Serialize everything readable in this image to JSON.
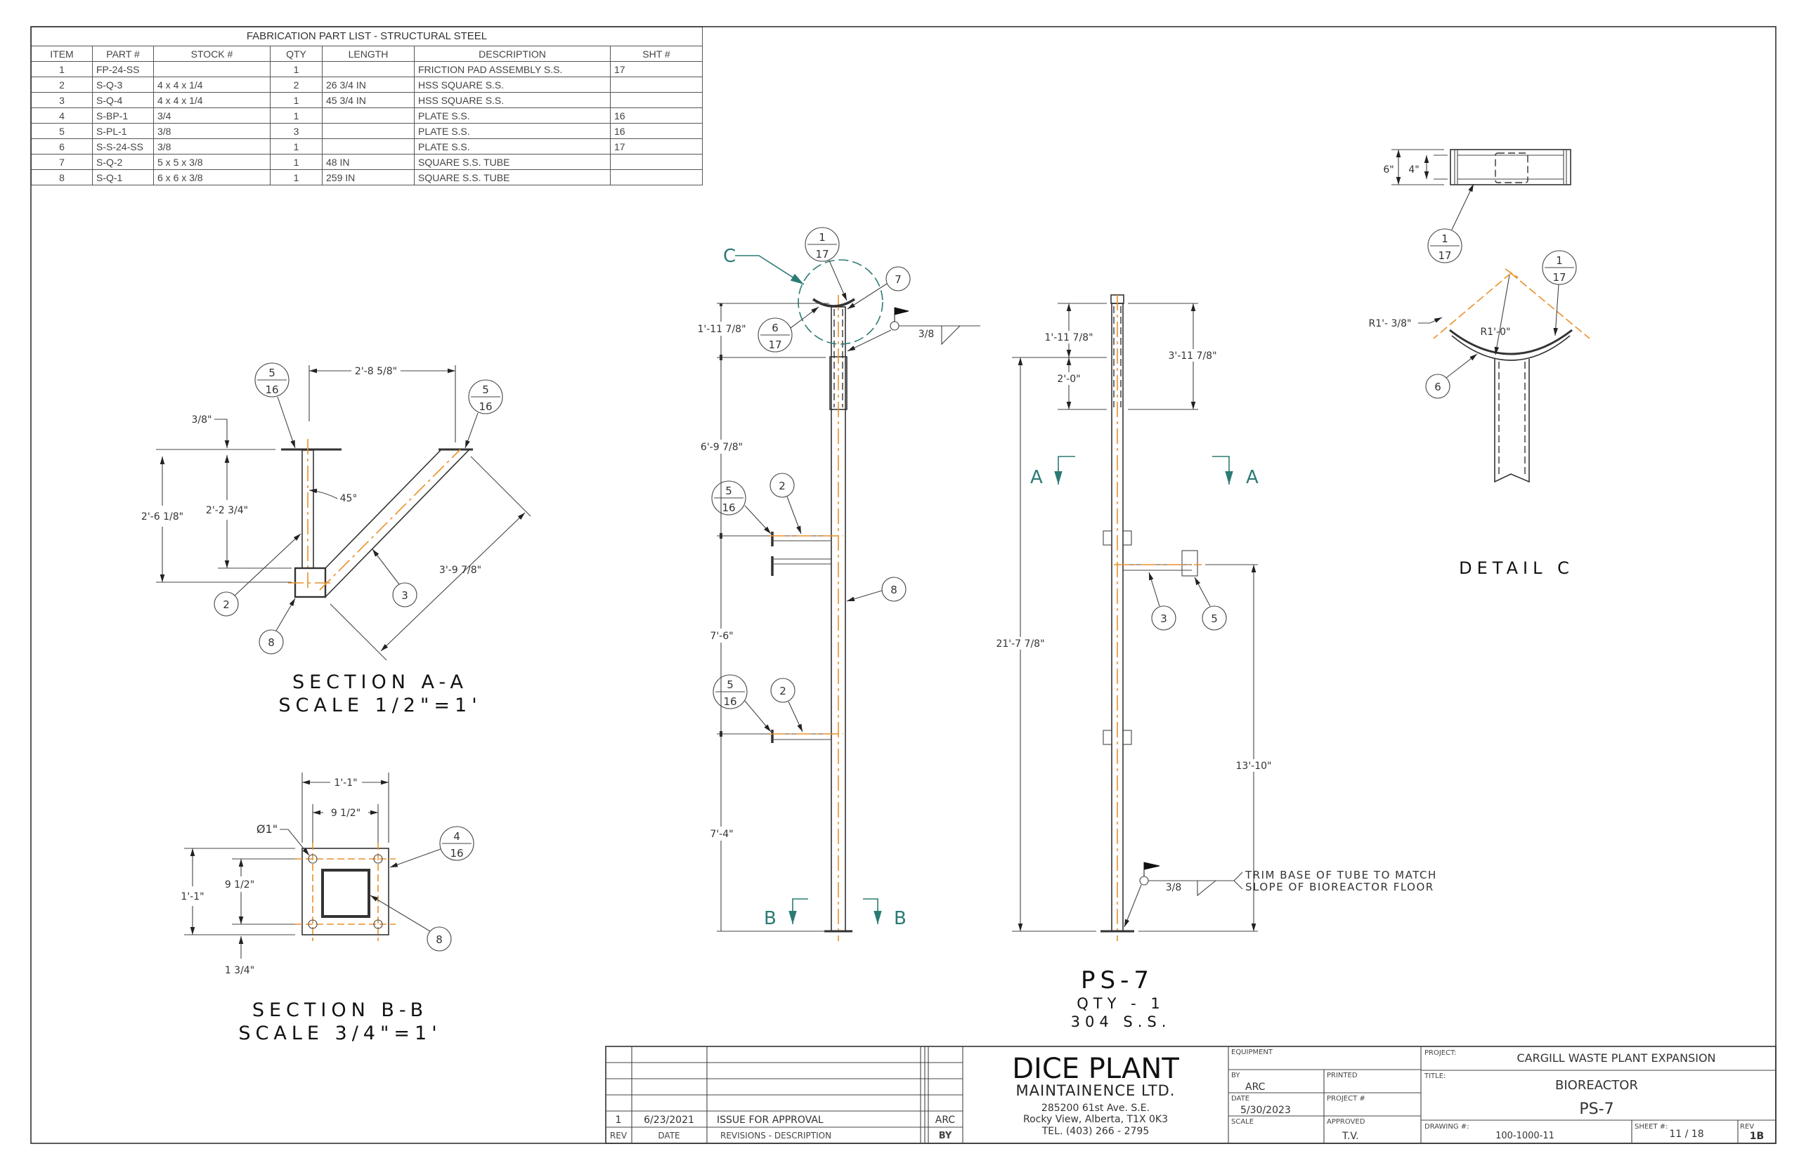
{
  "parts_list": {
    "title": "FABRICATION PART LIST - STRUCTURAL STEEL",
    "columns": [
      "ITEM",
      "PART #",
      "STOCK #",
      "QTY",
      "LENGTH",
      "DESCRIPTION",
      "SHT #"
    ],
    "rows": [
      [
        "1",
        "FP-24-SS",
        "",
        "1",
        "",
        "FRICTION PAD ASSEMBLY S.S.",
        "17"
      ],
      [
        "2",
        "S-Q-3",
        "4 x 4 x 1/4",
        "2",
        "26 3/4 IN",
        "HSS SQUARE S.S.",
        ""
      ],
      [
        "3",
        "S-Q-4",
        "4 x 4 x 1/4",
        "1",
        "45 3/4 IN",
        "HSS SQUARE S.S.",
        ""
      ],
      [
        "4",
        "S-BP-1",
        "3/4",
        "1",
        "",
        "PLATE S.S.",
        "16"
      ],
      [
        "5",
        "S-PL-1",
        "3/8",
        "3",
        "",
        "PLATE S.S.",
        "16"
      ],
      [
        "6",
        "S-S-24-SS",
        "3/8",
        "1",
        "",
        "PLATE S.S.",
        "17"
      ],
      [
        "7",
        "S-Q-2",
        "5 x 5 x 3/8",
        "1",
        "48 IN",
        "SQUARE S.S. TUBE",
        ""
      ],
      [
        "8",
        "S-Q-1",
        "6 x 6 x 3/8",
        "1",
        "259 IN",
        "SQUARE S.S. TUBE",
        ""
      ]
    ]
  },
  "section_aa": {
    "title": "SECTION A-A",
    "scale": "SCALE 1/2\"=1'",
    "dims": {
      "width": "2'-8 5/8\"",
      "plate": "3/8\"",
      "height_outer": "2'-6 1/8\"",
      "height_inner": "2'-2 3/4\"",
      "angle": "45°",
      "diag": "3'-9 7/8\""
    },
    "balloons": {
      "weld_top": "5",
      "weld_bottom": "16",
      "arm": "2",
      "tube": "8",
      "brace": "3"
    }
  },
  "section_bb": {
    "title": "SECTION B-B",
    "scale": "SCALE 3/4\"=1'",
    "dims": {
      "width": "1'-1\"",
      "bolt_spacing": "9 1/2\"",
      "hole": "Ø1\"",
      "height": "1'-1\"",
      "bolt_spacing_v": "9 1/2\"",
      "edge": "1 3/4\""
    },
    "balloons": {
      "plate_top": "4",
      "plate_bottom": "16",
      "tube": "8"
    }
  },
  "elevation_front": {
    "detail_label": "C",
    "section_label": "B",
    "dims": [
      "1'-11 7/8\"",
      "6'-9 7/8\"",
      "7'-6\"",
      "7'-4\""
    ],
    "weld": "3/8",
    "balloons": {
      "pad_top": "1",
      "pad_bottom": "17",
      "saddle_top": "6",
      "saddle_bottom": "17",
      "sleeve": "7",
      "weld1_top": "5",
      "weld1_bottom": "16",
      "arm1": "2",
      "tube": "8",
      "weld2_top": "5",
      "weld2_bottom": "16",
      "arm2": "2"
    }
  },
  "elevation_side": {
    "title": "PS-7",
    "qty": "QTY - 1",
    "material": "304 S.S.",
    "section_label": "A",
    "dims": {
      "top": "1'-11 7/8\"",
      "sleeve": "2'-0\"",
      "sleeve_total": "3'-11 7/8\"",
      "overall": "21'-7 7/8\"",
      "arm_height": "13'-10\""
    },
    "weld": "3/8",
    "note_line1": "TRIM BASE OF TUBE TO MATCH",
    "note_line2": "SLOPE OF BIOREACTOR FLOOR",
    "balloons": {
      "brace": "3",
      "plate": "5"
    }
  },
  "detail_c": {
    "title": "DETAIL  C",
    "dims": {
      "outer": "6\"",
      "inner": "4\"",
      "r_outer": "R1'- 3/8\"",
      "r_inner": "R1'-0\""
    },
    "balloons": {
      "pad1_top": "1",
      "pad1_bottom": "17",
      "pad2_top": "1",
      "pad2_bottom": "17",
      "saddle": "6"
    }
  },
  "title_block": {
    "revisions": [
      {
        "rev": "1",
        "date": "6/23/2021",
        "description": "ISSUE FOR APPROVAL",
        "by": "ARC"
      }
    ],
    "rev_headers": {
      "rev": "REV",
      "date": "DATE",
      "description": "REVISIONS - DESCRIPTION",
      "by": "BY"
    },
    "company_name": "DICE PLANT",
    "company_sub": "MAINTAINENCE LTD.",
    "address1": "285200 61st Ave. S.E.",
    "address2": "Rocky View, Alberta, T1X 0K3",
    "phone": "TEL. (403) 266 - 2795",
    "labels": {
      "equipment": "EQUIPMENT",
      "by": "BY",
      "printed": "PRINTED",
      "date": "DATE",
      "project_no": "PROJECT #",
      "scale": "SCALE",
      "approved": "APPROVED",
      "project": "PROJECT:",
      "title": "TITLE:",
      "drawing": "DRAWING #:",
      "sheet": "SHEET #:",
      "rev": "REV"
    },
    "by": "ARC",
    "date": "5/30/2023",
    "approved": "T.V.",
    "project": "CARGILL WASTE PLANT EXPANSION",
    "title1": "BIOREACTOR",
    "title2": "PS-7",
    "drawing_no": "100-1000-11",
    "sheet": "11 / 18",
    "rev": "1B"
  }
}
